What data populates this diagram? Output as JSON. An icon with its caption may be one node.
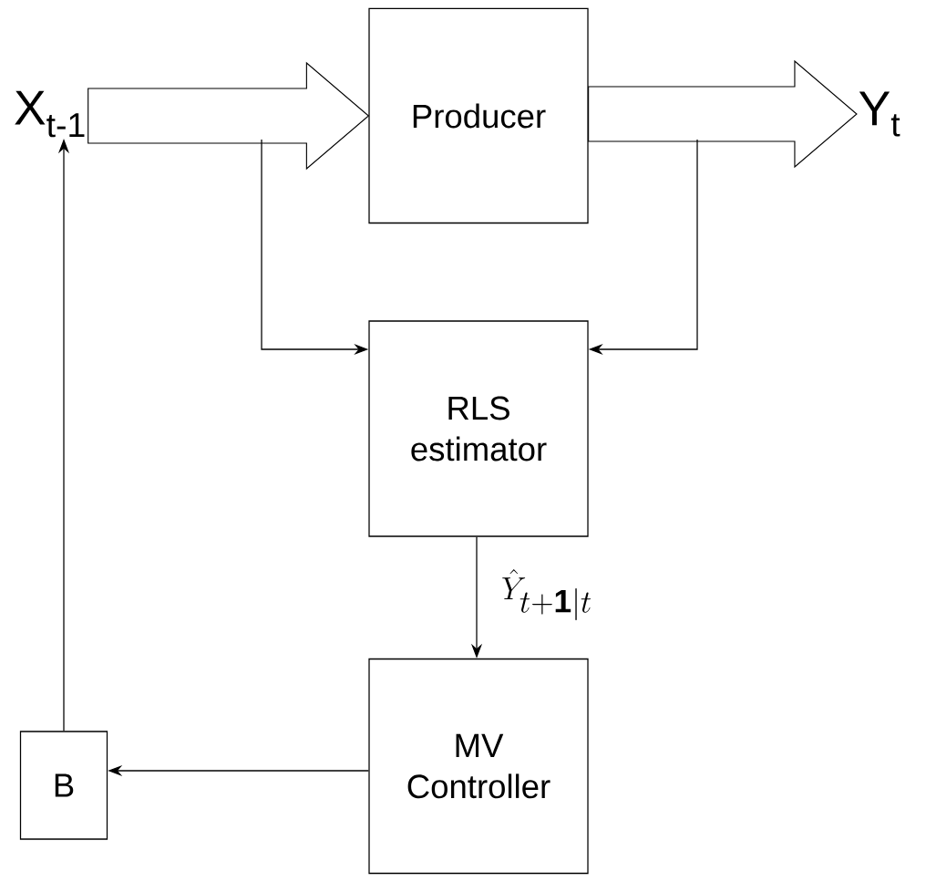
{
  "diagram": {
    "nodes": [
      {
        "text": [
          "X$_{t-1}$"
        ]
      },
      {
        "text": [
          "Producer"
        ]
      },
      {
        "text": [
          "Y$_{t}$"
        ]
      },
      {
        "text": [
          "RLS estimator"
        ]
      },
      {
        "text": [
          "MV Controller"
        ]
      },
      {
        "text": [
          "B"
        ]
      }
    ],
    "edges": [
      {
        "from": 0,
        "to": 1,
        "arrow": "to",
        "style": "thick"
      },
      {
        "from": 1,
        "to": 2,
        "arrow": "to",
        "style": "thick"
      },
      {
        "from": null,
        "to": 3,
        "arrow": "to"
      },
      {
        "from": null,
        "to": 3,
        "arrow": "to"
      },
      {
        "from": 3,
        "to": 4,
        "arrow": "to",
        "label": "\\hat{Y}_{t+\\mathbf{1}|t}"
      },
      {
        "from": 4,
        "to": 5,
        "arrow": "to"
      },
      {
        "from": 5,
        "to": 0,
        "arrow": "to"
      }
    ]
  }
}
